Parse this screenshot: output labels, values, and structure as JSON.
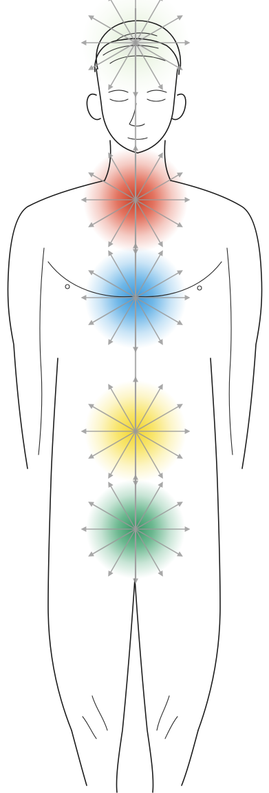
{
  "figure": {
    "subject": "standing-human-figure-front",
    "spine_color": "#a9a9a9",
    "ray_color": "#9a9a9a",
    "ray_count": 12
  },
  "energy_centers": [
    {
      "name": "crown",
      "color": "#e6f2dc",
      "core": "#d8d8d8"
    },
    {
      "name": "throat",
      "color": "#d9442a",
      "core": "#c23218"
    },
    {
      "name": "heart",
      "color": "#3f9fe0",
      "core": "#2f8fd6"
    },
    {
      "name": "solar-plexus",
      "color": "#f6dc3a",
      "core": "#f0d020"
    },
    {
      "name": "sacral",
      "color": "#3aa06a",
      "core": "#268c58"
    }
  ]
}
